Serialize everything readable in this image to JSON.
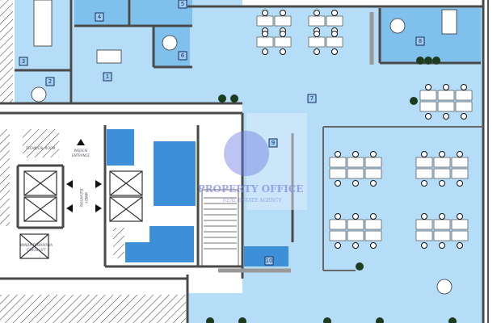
{
  "plan": {
    "rooms": [
      {
        "number": "1"
      },
      {
        "number": "2"
      },
      {
        "number": "3"
      },
      {
        "number": "4"
      },
      {
        "number": "5"
      },
      {
        "number": "6"
      },
      {
        "number": "7"
      },
      {
        "number": "8"
      },
      {
        "number": "9"
      },
      {
        "number": "10"
      }
    ],
    "entrance_pl": "WEJŚCIE",
    "entrance_en": "ENTRANCE",
    "elevators_pl": "WINDY",
    "elevators_en": "ELEVATORS",
    "cargo_pl": "WINDA TOWAROWA",
    "cargo_en": "CARGO LIFT",
    "technical_room": "TECHNICAL ROOM"
  },
  "watermark": {
    "brand": "PROPERTY OFFICE",
    "tagline": "REAL ESTATE AGENCY"
  },
  "colors": {
    "office": "#b6ddf7",
    "room": "#7fc0ec",
    "wet": "#3d8fd8",
    "wall": "#4a4a4a",
    "core": "#ffffff"
  }
}
